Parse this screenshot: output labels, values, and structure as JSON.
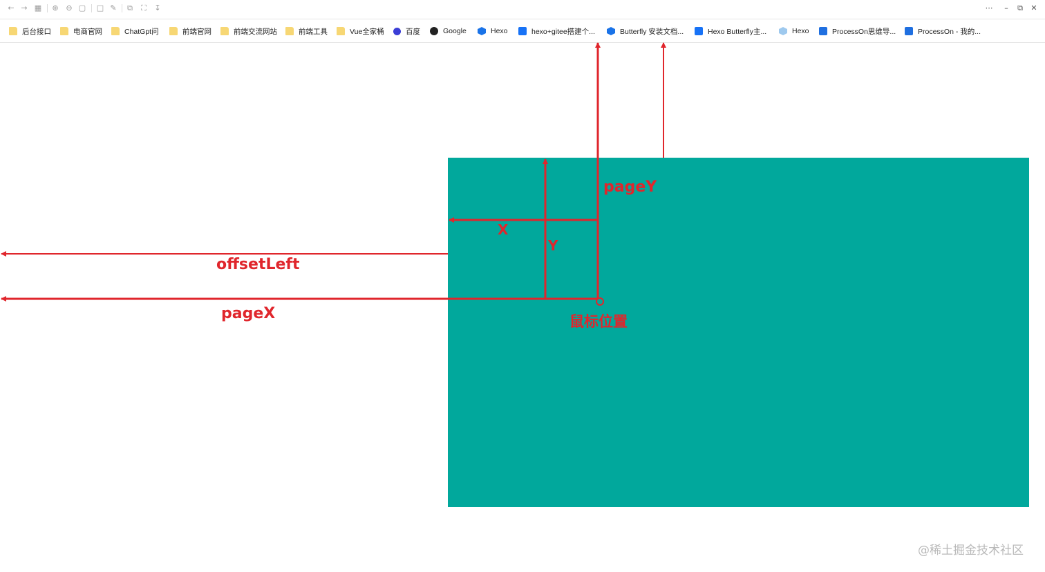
{
  "toolbar": {
    "icons": [
      "back-icon",
      "forward-icon",
      "grid-icon",
      "zoom-in-icon",
      "zoom-out-icon",
      "screen-icon",
      "new-tab-icon",
      "edit-icon",
      "copy-icon",
      "capture-icon",
      "download-icon"
    ],
    "more": "⋯",
    "minimize": "–",
    "restore": "⧉",
    "close": "✕"
  },
  "bookmarks": [
    {
      "label": "后台接口",
      "icon": "folder-icon"
    },
    {
      "label": "电商官网",
      "icon": "folder-icon"
    },
    {
      "label": "ChatGpt问",
      "icon": "folder-icon"
    },
    {
      "label": "前端官网",
      "icon": "folder-icon"
    },
    {
      "label": "前端交流网站",
      "icon": "folder-icon"
    },
    {
      "label": "前端工具",
      "icon": "folder-icon"
    },
    {
      "label": "Vue全家桶",
      "icon": "folder-icon"
    },
    {
      "label": "百度",
      "icon": "baidu-icon"
    },
    {
      "label": "Google",
      "icon": "google-icon"
    },
    {
      "label": "Hexo",
      "icon": "hexo-icon"
    },
    {
      "label": "hexo+gitee搭建个...",
      "icon": "zhihu-icon"
    },
    {
      "label": "Butterfly 安装文档...",
      "icon": "hexo-icon"
    },
    {
      "label": "Hexo Butterfly主...",
      "icon": "zhihu-icon"
    },
    {
      "label": "Hexo",
      "icon": "hexo-light-icon"
    },
    {
      "label": "ProcessOn思维导...",
      "icon": "processon-icon"
    },
    {
      "label": "ProcessOn - 我的...",
      "icon": "processon-icon"
    }
  ],
  "annotations": {
    "pageY": "pageY",
    "x": "X",
    "y": "Y",
    "offsetLeft": "offsetLeft",
    "pageX": "pageX",
    "mouse_position": "鼠标位置"
  },
  "colors": {
    "box": "#01a89c",
    "annotation": "#e0262c"
  },
  "watermark": "@稀土掘金技术社区"
}
